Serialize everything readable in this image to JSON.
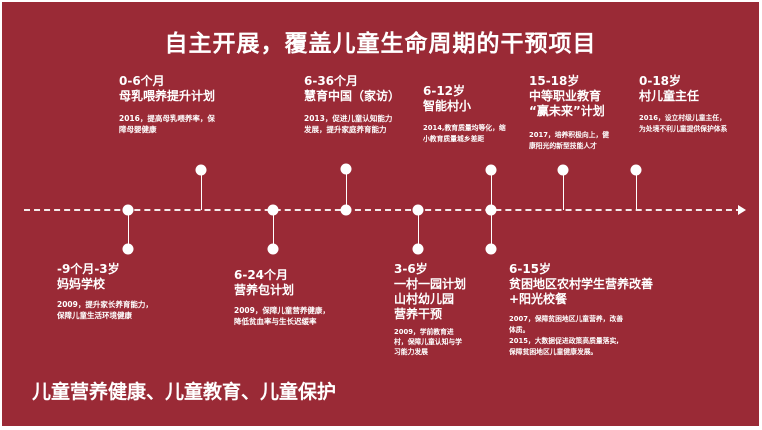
{
  "title": "自主开展，覆盖儿童生命周期的干预项目",
  "footer": "儿童营养健康、儿童教育、儿童保护",
  "items": [
    {
      "head": [
        "0-6个月",
        "母乳喂养提升计划"
      ],
      "desc": [
        "2016，提高母乳喂养率，保",
        "障母婴健康"
      ]
    },
    {
      "head": [
        "6-36个月",
        "慧育中国（家访）"
      ],
      "desc": [
        "2013，促进儿童认知能力",
        "发展，提升家庭养育能力"
      ]
    },
    {
      "head": [
        "6-12岁",
        "智能村小"
      ],
      "desc": [
        "2014,教育质量均等化，缩",
        "小教育质量城乡差距"
      ]
    },
    {
      "head": [
        "15-18岁",
        "中等职业教育",
        "“赢未来”计划"
      ],
      "desc": [
        "2017，培养积极向上，健",
        "康阳光的新型技能人才"
      ]
    },
    {
      "head": [
        "0-18岁",
        "村儿童主任"
      ],
      "desc": [
        "2016，设立村级儿童主任，",
        "为处境不利儿童提供保护体系"
      ]
    },
    {
      "head": [
        "-9个月-3岁",
        "妈妈学校"
      ],
      "desc": [
        "2009，提升家长养育能力，",
        "保障儿童生活环境健康"
      ]
    },
    {
      "head": [
        "6-24个月",
        "营养包计划"
      ],
      "desc": [
        "2009，保障儿童营养健康，",
        "降低贫血率与生长迟缓率"
      ]
    },
    {
      "head": [
        "3-6岁",
        "一村一园计划",
        "山村幼儿园",
        "营养干预"
      ],
      "desc": [
        "2009，学前教育进",
        "村，保障儿童认知与学",
        "习能力发展"
      ]
    },
    {
      "head": [
        "6-15岁",
        "贫困地区农村学生营养改善",
        "+阳光校餐"
      ],
      "desc": [
        "2007，保障贫困地区儿童营养，改善",
        "体质。",
        "2015，大数据促进政策高质量落实,",
        "保障贫困地区儿童健康发展。"
      ]
    }
  ]
}
